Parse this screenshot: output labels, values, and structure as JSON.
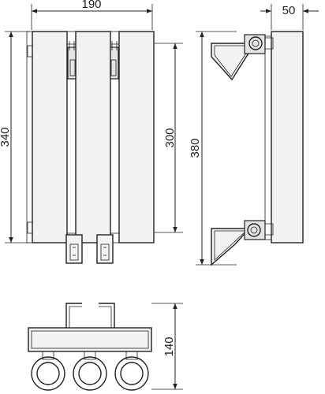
{
  "dimensions": {
    "front_width": "190",
    "side_depth": "50",
    "front_height_total": "340",
    "front_height_inner": "300",
    "side_height": "380",
    "top_height": "140"
  },
  "colors": {
    "line": "#222222",
    "panel_fill": "#f2f2f2",
    "shade_fill": "#e4e4e4",
    "background": "#ffffff"
  }
}
